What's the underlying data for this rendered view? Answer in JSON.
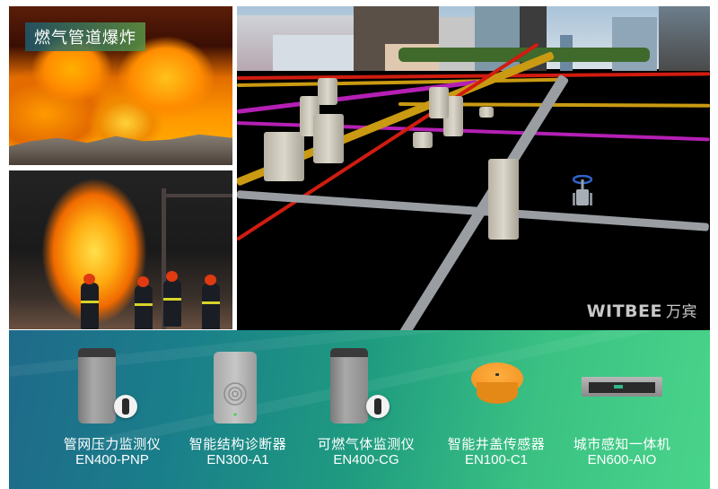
{
  "left_panel": {
    "title_badge": "燃气管道爆炸",
    "photos": [
      {
        "name": "gas-pipe-explosion-photo"
      },
      {
        "name": "firefighters-fire-photo"
      }
    ]
  },
  "scene": {
    "watermark": {
      "brand_en": "WITBEE",
      "brand_cn": "万宾"
    },
    "pipe_colors": {
      "gas_grey": "#9a9ea3",
      "flow_arrow_green": "#34c24a",
      "yellow": "#c99a12",
      "red": "#d01c10",
      "magenta": "#b420b4",
      "valve_blue": "#2f63c8"
    }
  },
  "banner": {
    "gradient_start": "#1f6a8a",
    "gradient_end": "#49d48a",
    "products": [
      {
        "name": "管网压力监测仪",
        "model": "EN400-PNP"
      },
      {
        "name": "智能结构诊断器",
        "model": "EN300-A1"
      },
      {
        "name": "可燃气体监测仪",
        "model": "EN400-CG"
      },
      {
        "name": "智能井盖传感器",
        "model": "EN100-C1"
      },
      {
        "name": "城市感知一体机",
        "model": "EN600-AIO"
      }
    ]
  }
}
